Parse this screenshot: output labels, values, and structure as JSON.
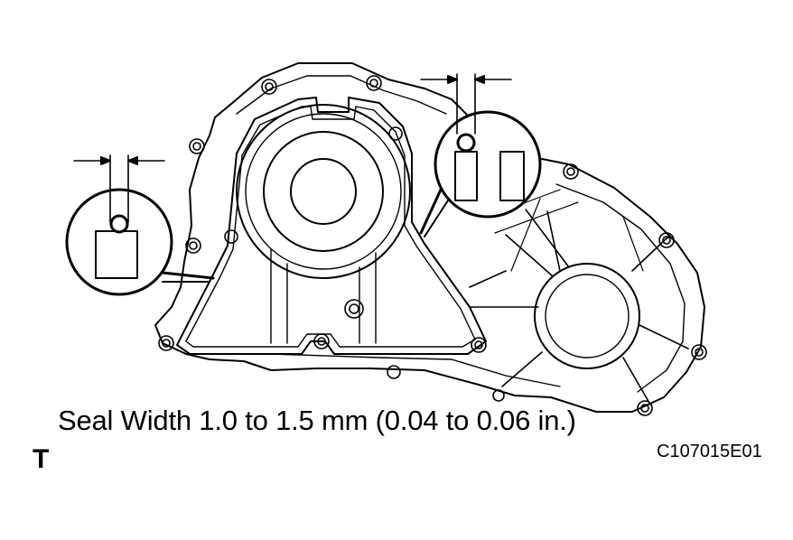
{
  "caption": "Seal Width 1.0 to 1.5 mm (0.04 to 0.06 in.)",
  "figure_code": "C107015E01",
  "corner_mark": "T",
  "icons": [
    "transfer-case-housing-illustration",
    "seal-detail-magnifier-left",
    "seal-detail-magnifier-right",
    "dimension-arrow"
  ]
}
